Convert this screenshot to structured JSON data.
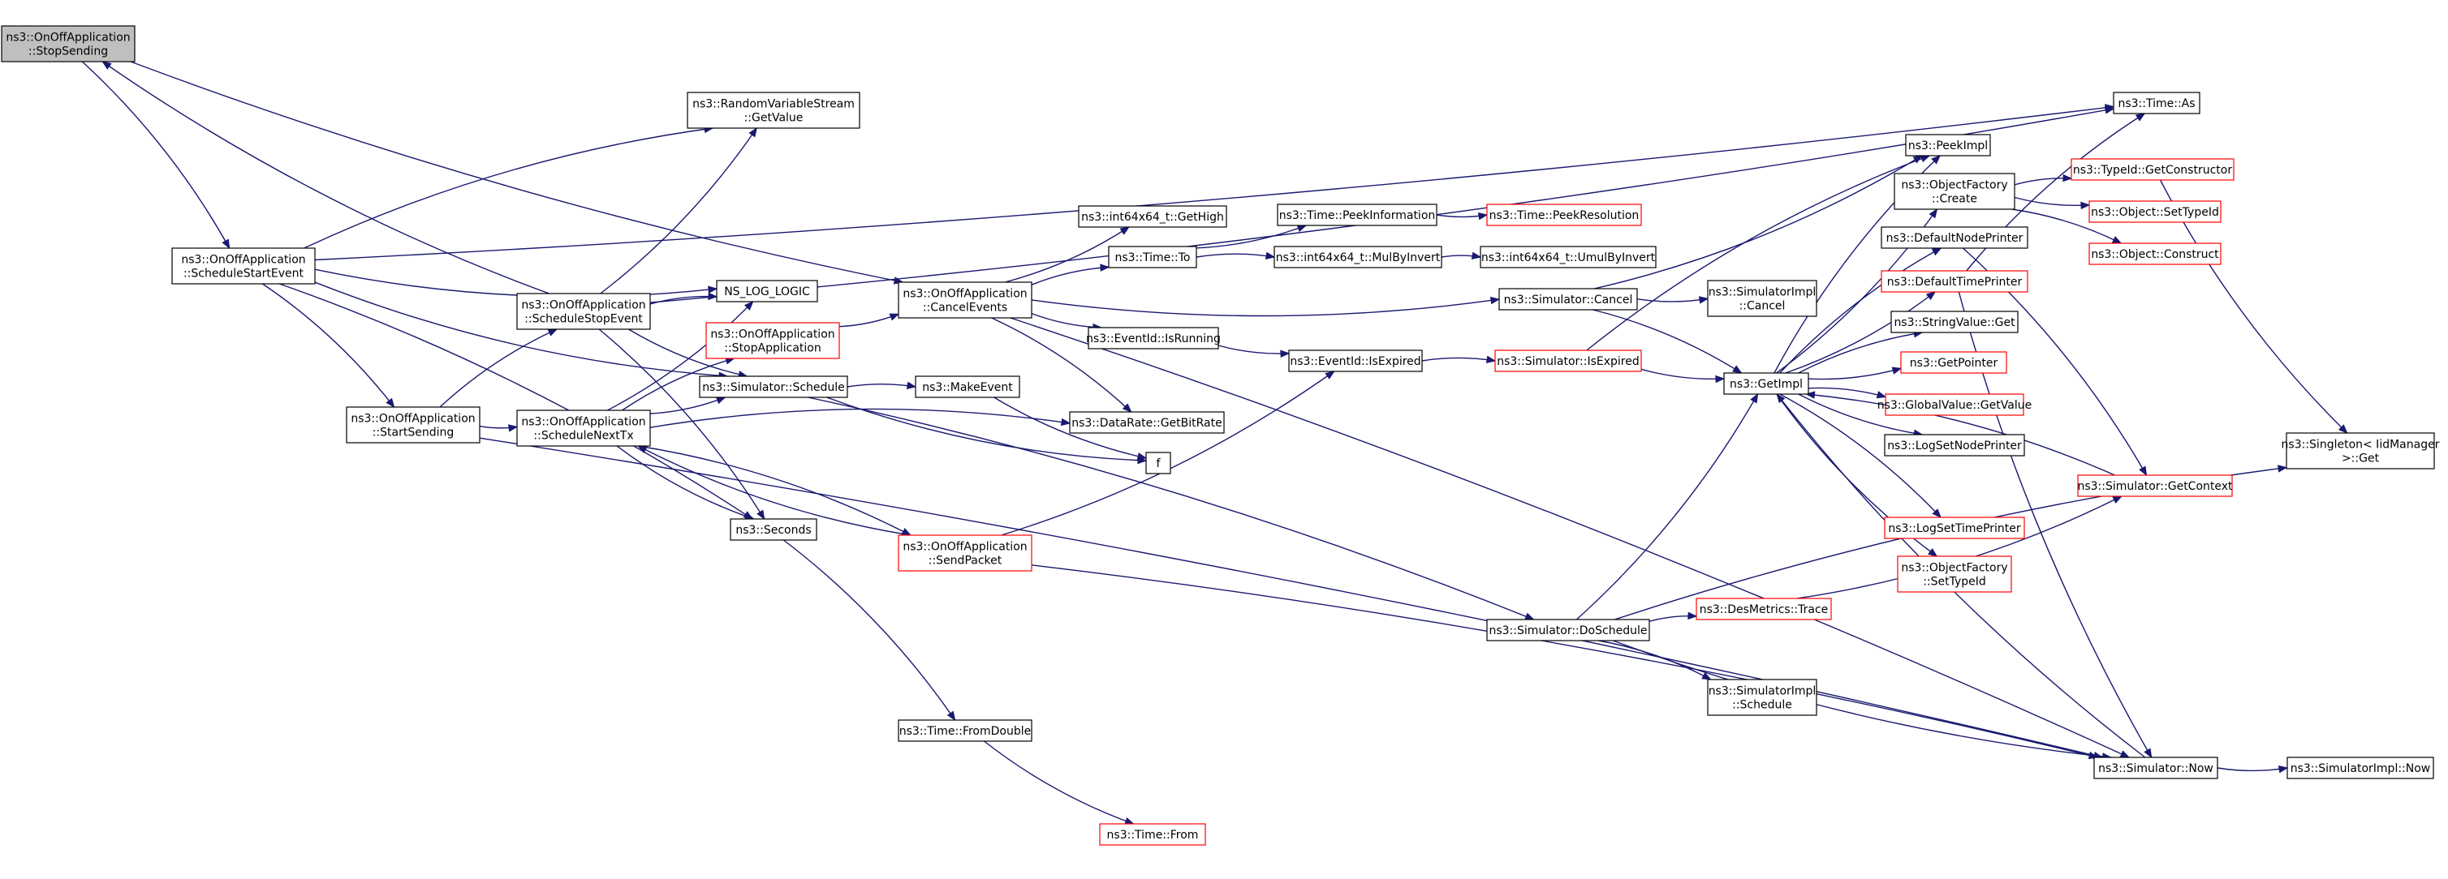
{
  "colors": {
    "edge": "#191970",
    "border_default": "#000000",
    "border_red": "#ff0000",
    "highlight_fill": "#bfbfbf",
    "background": "#ffffff"
  },
  "nodes": [
    {
      "id": "stopSending",
      "lines": [
        "ns3::OnOffApplication",
        "::StopSending"
      ],
      "style": "highlight"
    },
    {
      "id": "scheduleStartEvent",
      "lines": [
        "ns3::OnOffApplication",
        "::ScheduleStartEvent"
      ],
      "style": "normal"
    },
    {
      "id": "rvsGetValue",
      "lines": [
        "ns3::RandomVariableStream",
        "::GetValue"
      ],
      "style": "normal"
    },
    {
      "id": "scheduleStopEvent",
      "lines": [
        "ns3::OnOffApplication",
        "::ScheduleStopEvent"
      ],
      "style": "normal"
    },
    {
      "id": "nsLogLogic",
      "lines": [
        "NS_LOG_LOGIC"
      ],
      "style": "normal"
    },
    {
      "id": "startSending",
      "lines": [
        "ns3::OnOffApplication",
        "::StartSending"
      ],
      "style": "normal"
    },
    {
      "id": "scheduleNextTx",
      "lines": [
        "ns3::OnOffApplication",
        "::ScheduleNextTx"
      ],
      "style": "normal"
    },
    {
      "id": "stopApplication",
      "lines": [
        "ns3::OnOffApplication",
        "::StopApplication"
      ],
      "style": "red"
    },
    {
      "id": "simSchedule",
      "lines": [
        "ns3::Simulator::Schedule"
      ],
      "style": "normal"
    },
    {
      "id": "seconds",
      "lines": [
        "ns3::Seconds"
      ],
      "style": "normal"
    },
    {
      "id": "cancelEvents",
      "lines": [
        "ns3::OnOffApplication",
        "::CancelEvents"
      ],
      "style": "normal"
    },
    {
      "id": "sendPacket",
      "lines": [
        "ns3::OnOffApplication",
        "::SendPacket"
      ],
      "style": "red"
    },
    {
      "id": "makeEvent",
      "lines": [
        "ns3::MakeEvent"
      ],
      "style": "normal"
    },
    {
      "id": "dataRateGetBitRate",
      "lines": [
        "ns3::DataRate::GetBitRate"
      ],
      "style": "normal"
    },
    {
      "id": "f",
      "lines": [
        "f"
      ],
      "style": "normal"
    },
    {
      "id": "int64GetHigh",
      "lines": [
        "ns3::int64x64_t::GetHigh"
      ],
      "style": "normal"
    },
    {
      "id": "timeTo",
      "lines": [
        "ns3::Time::To"
      ],
      "style": "normal"
    },
    {
      "id": "eventIdIsRunning",
      "lines": [
        "ns3::EventId::IsRunning"
      ],
      "style": "normal"
    },
    {
      "id": "timeFromDouble",
      "lines": [
        "ns3::Time::FromDouble"
      ],
      "style": "normal"
    },
    {
      "id": "timeFrom",
      "lines": [
        "ns3::Time::From"
      ],
      "style": "red"
    },
    {
      "id": "timePeekInformation",
      "lines": [
        "ns3::Time::PeekInformation"
      ],
      "style": "normal"
    },
    {
      "id": "int64MulByInvert",
      "lines": [
        "ns3::int64x64_t::MulByInvert"
      ],
      "style": "normal"
    },
    {
      "id": "eventIdIsExpired",
      "lines": [
        "ns3::EventId::IsExpired"
      ],
      "style": "normal"
    },
    {
      "id": "timePeekResolution",
      "lines": [
        "ns3::Time::PeekResolution"
      ],
      "style": "red"
    },
    {
      "id": "int64UmulByInvert",
      "lines": [
        "ns3::int64x64_t::UmulByInvert"
      ],
      "style": "normal"
    },
    {
      "id": "simCancel",
      "lines": [
        "ns3::Simulator::Cancel"
      ],
      "style": "normal"
    },
    {
      "id": "simIsExpired",
      "lines": [
        "ns3::Simulator::IsExpired"
      ],
      "style": "red"
    },
    {
      "id": "simDoSchedule",
      "lines": [
        "ns3::Simulator::DoSchedule"
      ],
      "style": "normal"
    },
    {
      "id": "simImplCancel",
      "lines": [
        "ns3::SimulatorImpl",
        "::Cancel"
      ],
      "style": "normal"
    },
    {
      "id": "getImpl",
      "lines": [
        "ns3::GetImpl"
      ],
      "style": "normal"
    },
    {
      "id": "desMetricsTrace",
      "lines": [
        "ns3::DesMetrics::Trace"
      ],
      "style": "red"
    },
    {
      "id": "simImplSchedule",
      "lines": [
        "ns3::SimulatorImpl",
        "::Schedule"
      ],
      "style": "normal"
    },
    {
      "id": "peekImpl",
      "lines": [
        "ns3::PeekImpl"
      ],
      "style": "normal"
    },
    {
      "id": "objFactoryCreate",
      "lines": [
        "ns3::ObjectFactory",
        "::Create"
      ],
      "style": "normal"
    },
    {
      "id": "defaultNodePrinter",
      "lines": [
        "ns3::DefaultNodePrinter"
      ],
      "style": "normal"
    },
    {
      "id": "defaultTimePrinter",
      "lines": [
        "ns3::DefaultTimePrinter"
      ],
      "style": "red"
    },
    {
      "id": "stringValueGet",
      "lines": [
        "ns3::StringValue::Get"
      ],
      "style": "normal"
    },
    {
      "id": "getPointer",
      "lines": [
        "ns3::GetPointer"
      ],
      "style": "red"
    },
    {
      "id": "globalValueGetValue",
      "lines": [
        "ns3::GlobalValue::GetValue"
      ],
      "style": "red"
    },
    {
      "id": "logSetNodePrinter",
      "lines": [
        "ns3::LogSetNodePrinter"
      ],
      "style": "normal"
    },
    {
      "id": "logSetTimePrinter",
      "lines": [
        "ns3::LogSetTimePrinter"
      ],
      "style": "red"
    },
    {
      "id": "objFactorySetTypeId",
      "lines": [
        "ns3::ObjectFactory",
        "::SetTypeId"
      ],
      "style": "red"
    },
    {
      "id": "simNow",
      "lines": [
        "ns3::Simulator::Now"
      ],
      "style": "normal"
    },
    {
      "id": "timeAs",
      "lines": [
        "ns3::Time::As"
      ],
      "style": "normal"
    },
    {
      "id": "typeIdGetConstructor",
      "lines": [
        "ns3::TypeId::GetConstructor"
      ],
      "style": "red"
    },
    {
      "id": "objectSetTypeId",
      "lines": [
        "ns3::Object::SetTypeId"
      ],
      "style": "red"
    },
    {
      "id": "objectConstruct",
      "lines": [
        "ns3::Object::Construct"
      ],
      "style": "red"
    },
    {
      "id": "simGetContext",
      "lines": [
        "ns3::Simulator::GetContext"
      ],
      "style": "red"
    },
    {
      "id": "singletonGet",
      "lines": [
        "ns3::Singleton< IidManager",
        " >::Get"
      ],
      "style": "normal"
    },
    {
      "id": "simImplNow",
      "lines": [
        "ns3::SimulatorImpl::Now"
      ],
      "style": "normal"
    }
  ],
  "edges": [
    [
      "stopSending",
      "scheduleStartEvent"
    ],
    [
      "stopSending",
      "cancelEvents"
    ],
    [
      "scheduleStartEvent",
      "rvsGetValue"
    ],
    [
      "scheduleStartEvent",
      "nsLogLogic"
    ],
    [
      "scheduleStartEvent",
      "startSending"
    ],
    [
      "scheduleStartEvent",
      "simSchedule"
    ],
    [
      "scheduleStartEvent",
      "seconds"
    ],
    [
      "scheduleStartEvent",
      "timeAs"
    ],
    [
      "scheduleStopEvent",
      "stopSending"
    ],
    [
      "scheduleStopEvent",
      "rvsGetValue"
    ],
    [
      "scheduleStopEvent",
      "nsLogLogic"
    ],
    [
      "scheduleStopEvent",
      "simSchedule"
    ],
    [
      "scheduleStopEvent",
      "seconds"
    ],
    [
      "scheduleStopEvent",
      "timeAs"
    ],
    [
      "startSending",
      "scheduleStopEvent"
    ],
    [
      "startSending",
      "scheduleNextTx"
    ],
    [
      "startSending",
      "simNow"
    ],
    [
      "scheduleNextTx",
      "nsLogLogic"
    ],
    [
      "scheduleNextTx",
      "stopApplication"
    ],
    [
      "scheduleNextTx",
      "simSchedule"
    ],
    [
      "scheduleNextTx",
      "dataRateGetBitRate"
    ],
    [
      "scheduleNextTx",
      "seconds"
    ],
    [
      "scheduleNextTx",
      "sendPacket"
    ],
    [
      "stopApplication",
      "cancelEvents"
    ],
    [
      "simSchedule",
      "makeEvent"
    ],
    [
      "simSchedule",
      "f"
    ],
    [
      "simSchedule",
      "simDoSchedule"
    ],
    [
      "makeEvent",
      "f"
    ],
    [
      "seconds",
      "timeFromDouble"
    ],
    [
      "timeFromDouble",
      "timeFrom"
    ],
    [
      "sendPacket",
      "scheduleNextTx"
    ],
    [
      "sendPacket",
      "eventIdIsExpired"
    ],
    [
      "sendPacket",
      "simNow"
    ],
    [
      "cancelEvents",
      "int64GetHigh"
    ],
    [
      "cancelEvents",
      "timeTo"
    ],
    [
      "cancelEvents",
      "eventIdIsRunning"
    ],
    [
      "cancelEvents",
      "dataRateGetBitRate"
    ],
    [
      "cancelEvents",
      "simCancel"
    ],
    [
      "cancelEvents",
      "simNow"
    ],
    [
      "timeTo",
      "timePeekInformation"
    ],
    [
      "timeTo",
      "int64MulByInvert"
    ],
    [
      "timePeekInformation",
      "timePeekResolution"
    ],
    [
      "int64MulByInvert",
      "int64UmulByInvert"
    ],
    [
      "eventIdIsRunning",
      "eventIdIsExpired"
    ],
    [
      "eventIdIsExpired",
      "simIsExpired"
    ],
    [
      "simIsExpired",
      "getImpl"
    ],
    [
      "simIsExpired",
      "peekImpl"
    ],
    [
      "simCancel",
      "simImplCancel"
    ],
    [
      "simCancel",
      "getImpl"
    ],
    [
      "simCancel",
      "peekImpl"
    ],
    [
      "simDoSchedule",
      "desMetricsTrace"
    ],
    [
      "simDoSchedule",
      "getImpl"
    ],
    [
      "simDoSchedule",
      "simImplSchedule"
    ],
    [
      "simDoSchedule",
      "simNow"
    ],
    [
      "simDoSchedule",
      "singletonGet"
    ],
    [
      "desMetricsTrace",
      "simGetContext"
    ],
    [
      "getImpl",
      "peekImpl"
    ],
    [
      "getImpl",
      "objFactoryCreate"
    ],
    [
      "getImpl",
      "defaultNodePrinter"
    ],
    [
      "getImpl",
      "defaultTimePrinter"
    ],
    [
      "getImpl",
      "stringValueGet"
    ],
    [
      "getImpl",
      "getPointer"
    ],
    [
      "getImpl",
      "globalValueGetValue"
    ],
    [
      "getImpl",
      "logSetNodePrinter"
    ],
    [
      "getImpl",
      "logSetTimePrinter"
    ],
    [
      "getImpl",
      "objFactorySetTypeId"
    ],
    [
      "defaultNodePrinter",
      "simGetContext"
    ],
    [
      "simGetContext",
      "getImpl"
    ],
    [
      "defaultTimePrinter",
      "timeAs"
    ],
    [
      "defaultTimePrinter",
      "simNow"
    ],
    [
      "objFactoryCreate",
      "typeIdGetConstructor"
    ],
    [
      "objFactoryCreate",
      "objectSetTypeId"
    ],
    [
      "objFactoryCreate",
      "objectConstruct"
    ],
    [
      "typeIdGetConstructor",
      "singletonGet"
    ],
    [
      "simNow",
      "getImpl"
    ],
    [
      "simNow",
      "simImplNow"
    ]
  ]
}
